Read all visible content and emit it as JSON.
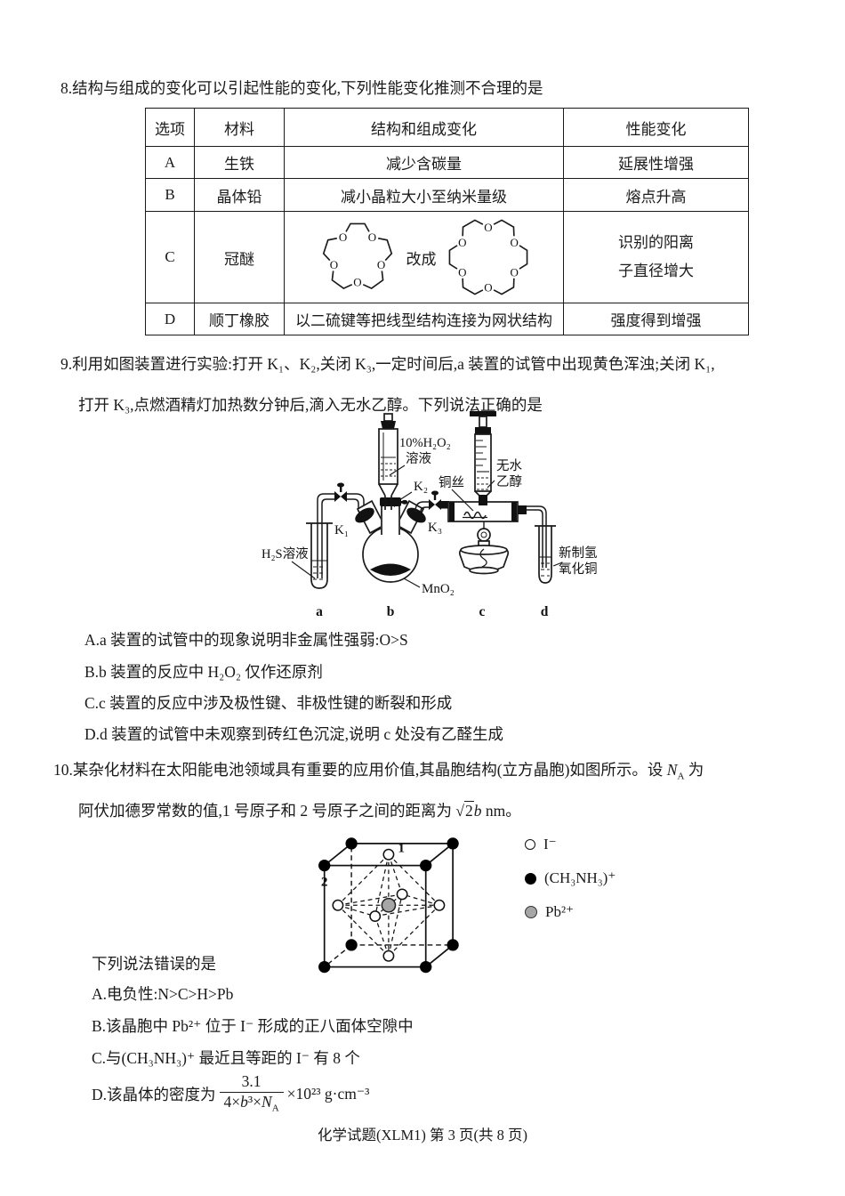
{
  "page": {
    "footer": "化学试题(XLM1) 第 3 页(共 8 页)"
  },
  "q8": {
    "stem": "8.结构与组成的变化可以引起性能的变化,下列性能变化推测不合理的是",
    "table": {
      "headers": [
        "选项",
        "材料",
        "结构和组成变化",
        "性能变化"
      ],
      "row_a": {
        "option": "A",
        "material": "生铁",
        "change": "减少含碳量",
        "effect": "延展性增强"
      },
      "row_b": {
        "option": "B",
        "material": "晶体铅",
        "change": "减小晶粒大小至纳米量级",
        "effect": "熔点升高"
      },
      "row_c": {
        "option": "C",
        "material": "冠醚",
        "change_label": "改成",
        "effect_line1": "识别的阳离",
        "effect_line2": "子直径增大",
        "crown_left_oxygens": 5,
        "crown_right_oxygens": 6,
        "oxygen_symbol": "O"
      },
      "row_d": {
        "option": "D",
        "material": "顺丁橡胶",
        "change": "以二硫键等把线型结构连接为网状结构",
        "effect": "强度得到增强"
      }
    }
  },
  "q9": {
    "stem_line1": "9.利用如图装置进行实验:打开 K₁、K₂,关闭 K₃,一定时间后,a 装置的试管中出现黄色浑浊;关闭 K₁,",
    "stem_line2": "打开 K₃,点燃酒精灯加热数分钟后,滴入无水乙醇。下列说法正确的是",
    "diagram": {
      "labels": {
        "h2o2_line1": "10%H₂O₂",
        "h2o2_line2": "溶液",
        "k1": "K₁",
        "k2": "K₂",
        "k3": "K₃",
        "copper_wire": "铜丝",
        "ethanol_line1": "无水",
        "ethanol_line2": "乙醇",
        "h2s": "H₂S溶液",
        "mno2": "MnO₂",
        "cuoh_line1": "新制氢",
        "cuoh_line2": "氧化铜",
        "a": "a",
        "b": "b",
        "c": "c",
        "d": "d"
      }
    },
    "options": {
      "a": "A.a 装置的试管中的现象说明非金属性强弱:O>S",
      "b": "B.b 装置的反应中 H₂O₂ 仅作还原剂",
      "c": "C.c 装置的反应中涉及极性键、非极性键的断裂和形成",
      "d": "D.d 装置的试管中未观察到砖红色沉淀,说明 c 处没有乙醛生成"
    }
  },
  "q10": {
    "stem1_pre": "10.某杂化材料在太阳能电池领域具有重要的应用价值,其晶胞结构(立方晶胞)如图所示。设 ",
    "na_symbol": "N",
    "na_sub": "A",
    "stem1_post": " 为",
    "stem2_pre": "阿伏加德罗常数的值,1 号原子和 2 号原子之间的距离为 ",
    "sqrt_sign": "√",
    "radicand": "2",
    "radicand_var": "b",
    "stem2_post": " nm。",
    "figure": {
      "atom1_label": "1",
      "atom2_label": "2",
      "legend": [
        {
          "symbol": "I⁻",
          "type": "open"
        },
        {
          "symbol": "(CH₃NH₃)⁺",
          "type": "filled"
        },
        {
          "symbol": "Pb²⁺",
          "type": "gray"
        }
      ]
    },
    "prompt": "下列说法错误的是",
    "options": {
      "a": "A.电负性:N>C>H>Pb",
      "b": "B.该晶胞中 Pb²⁺ 位于 I⁻ 形成的正八面体空隙中",
      "c": "C.与(CH₃NH₃)⁺ 最近且等距的 I⁻ 有 8 个",
      "d_pre": "D.该晶体的密度为",
      "d_frac_num": "3.1",
      "d_den_1": "4×",
      "d_den_b": "b",
      "d_den_2": "³×",
      "d_den_n": "N",
      "d_den_sub": "A",
      "d_post": "×10²³ g·cm⁻³"
    }
  }
}
